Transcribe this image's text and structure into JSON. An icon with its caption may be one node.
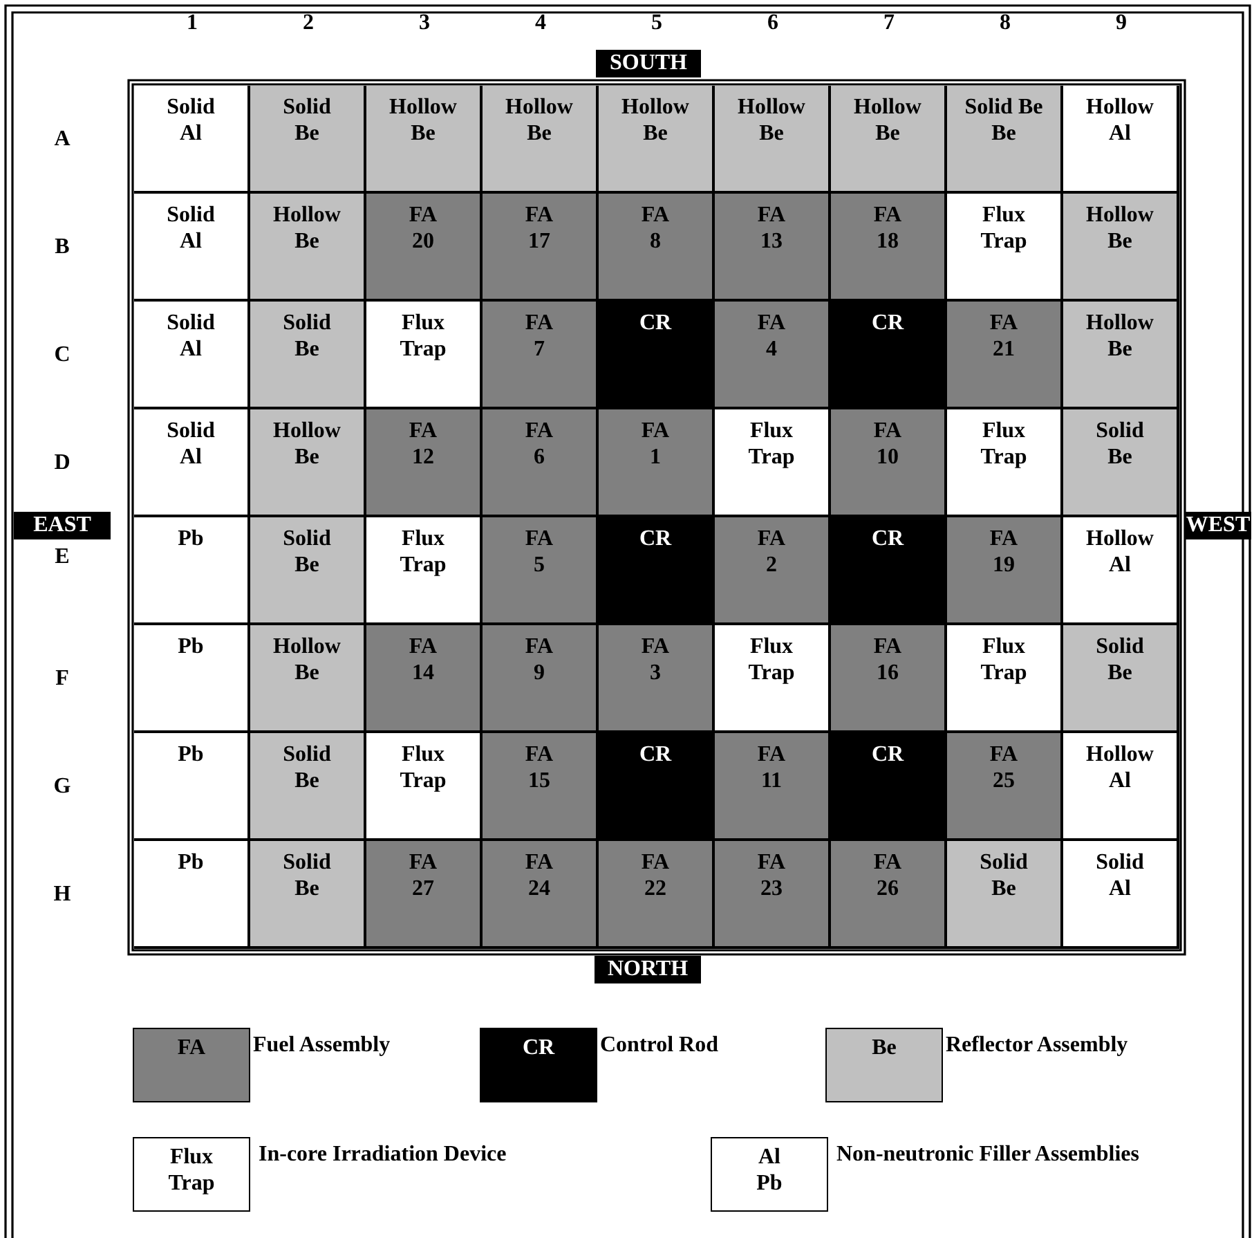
{
  "diagram": {
    "nodes": [
      {
        "text": [
          "SOUTH"
        ]
      },
      {
        "text": [
          "EAST"
        ]
      },
      {
        "text": [
          "WEST"
        ]
      },
      {
        "text": [
          "Solid Al"
        ]
      },
      {
        "text": [
          "Solid Be"
        ]
      },
      {
        "text": [
          "Hollow Be"
        ]
      },
      {
        "text": [
          "Hollow Be"
        ]
      },
      {
        "text": [
          "Hollow Be"
        ]
      },
      {
        "text": [
          "Hollow Be"
        ]
      },
      {
        "text": [
          "Hollow Be"
        ]
      },
      {
        "text": [
          "Solid Be Be"
        ]
      },
      {
        "text": [
          "Hollow Al"
        ]
      },
      {
        "text": [
          "Solid Al"
        ]
      },
      {
        "text": [
          "Hollow Be"
        ]
      },
      {
        "text": [
          "FA 20"
        ]
      },
      {
        "text": [
          "FA 17"
        ]
      },
      {
        "text": [
          "FA 8"
        ]
      },
      {
        "text": [
          "FA 13"
        ]
      },
      {
        "text": [
          "FA 18"
        ]
      },
      {
        "text": [
          "Flux Trap"
        ]
      },
      {
        "text": [
          "Hollow Be"
        ]
      },
      {
        "text": [
          "Solid Al"
        ]
      },
      {
        "text": [
          "Solid Be"
        ]
      },
      {
        "text": [
          "Flux Trap"
        ]
      },
      {
        "text": [
          "FA 7"
        ]
      },
      {
        "text": [
          "CR"
        ]
      },
      {
        "text": [
          "FA 4"
        ]
      },
      {
        "text": [
          "CR"
        ]
      },
      {
        "text": [
          "FA 21"
        ]
      },
      {
        "text": [
          "Hollow Be"
        ]
      },
      {
        "text": [
          "Solid Al"
        ]
      },
      {
        "text": [
          "Hollow Be"
        ]
      },
      {
        "text": [
          "FA 12"
        ]
      },
      {
        "text": [
          "FA 6"
        ]
      },
      {
        "text": [
          "FA 1"
        ]
      },
      {
        "text": [
          "Flux Trap"
        ]
      },
      {
        "text": [
          "FA 10"
        ]
      },
      {
        "text": [
          "Flux Trap"
        ]
      },
      {
        "text": [
          "Solid Be"
        ]
      },
      {
        "text": [
          "Pb"
        ]
      },
      {
        "text": [
          "Solid Be"
        ]
      },
      {
        "text": [
          "Flux Trap"
        ]
      },
      {
        "text": [
          "FA 5"
        ]
      },
      {
        "text": [
          "CR"
        ]
      },
      {
        "text": [
          "FA 2"
        ]
      },
      {
        "text": [
          "CR"
        ]
      },
      {
        "text": [
          "FA 19"
        ]
      },
      {
        "text": [
          "Hollow Al"
        ]
      },
      {
        "text": [
          "Pb"
        ]
      },
      {
        "text": [
          "Hollow Be"
        ]
      },
      {
        "text": [
          "FA 14"
        ]
      },
      {
        "text": [
          "FA 9"
        ]
      },
      {
        "text": [
          "FA 3"
        ]
      },
      {
        "text": [
          "Flux Trap"
        ]
      },
      {
        "text": [
          "FA 16"
        ]
      },
      {
        "text": [
          "Flux Trap"
        ]
      },
      {
        "text": [
          "Solid Be"
        ]
      },
      {
        "text": [
          "Pb"
        ]
      },
      {
        "text": [
          "Solid Be"
        ]
      },
      {
        "text": [
          "Flux Trap"
        ]
      },
      {
        "text": [
          "FA 15"
        ]
      },
      {
        "text": [
          "CR"
        ]
      },
      {
        "text": [
          "FA 11"
        ]
      },
      {
        "text": [
          "CR"
        ]
      },
      {
        "text": [
          "FA 25"
        ]
      },
      {
        "text": [
          "Hollow Al"
        ]
      },
      {
        "text": [
          "Pb"
        ]
      },
      {
        "text": [
          "Solid Be"
        ]
      },
      {
        "text": [
          "FA 27"
        ]
      },
      {
        "text": [
          "FA 24"
        ]
      },
      {
        "text": [
          "FA 22"
        ]
      },
      {
        "text": [
          "FA 23"
        ]
      },
      {
        "text": [
          "FA 26"
        ]
      },
      {
        "text": [
          "Solid Be"
        ]
      },
      {
        "text": [
          "Solid Al"
        ]
      },
      {
        "text": [
          "NORTH"
        ]
      },
      {
        "text": [
          "FA"
        ],
        "beside": [
          "Fuel Assembly"
        ]
      },
      {
        "text": [
          "CR"
        ],
        "beside": [
          "Control Rod"
        ]
      },
      {
        "text": [
          "Be"
        ],
        "beside": [
          "Reflector Assembly"
        ]
      },
      {
        "text": [
          "Flux Trap"
        ],
        "beside": [
          "In-core Irradiation Device"
        ]
      },
      {
        "text": [
          "Al Pb"
        ],
        "beside": [
          "Non-neutronic Filler Assemblies"
        ]
      }
    ],
    "labels": [
      "1",
      "2",
      "3",
      "4",
      "5",
      "6",
      "7",
      "8",
      "9",
      "A",
      "B",
      "C",
      "D",
      "E",
      "F",
      "G",
      "H"
    ]
  }
}
